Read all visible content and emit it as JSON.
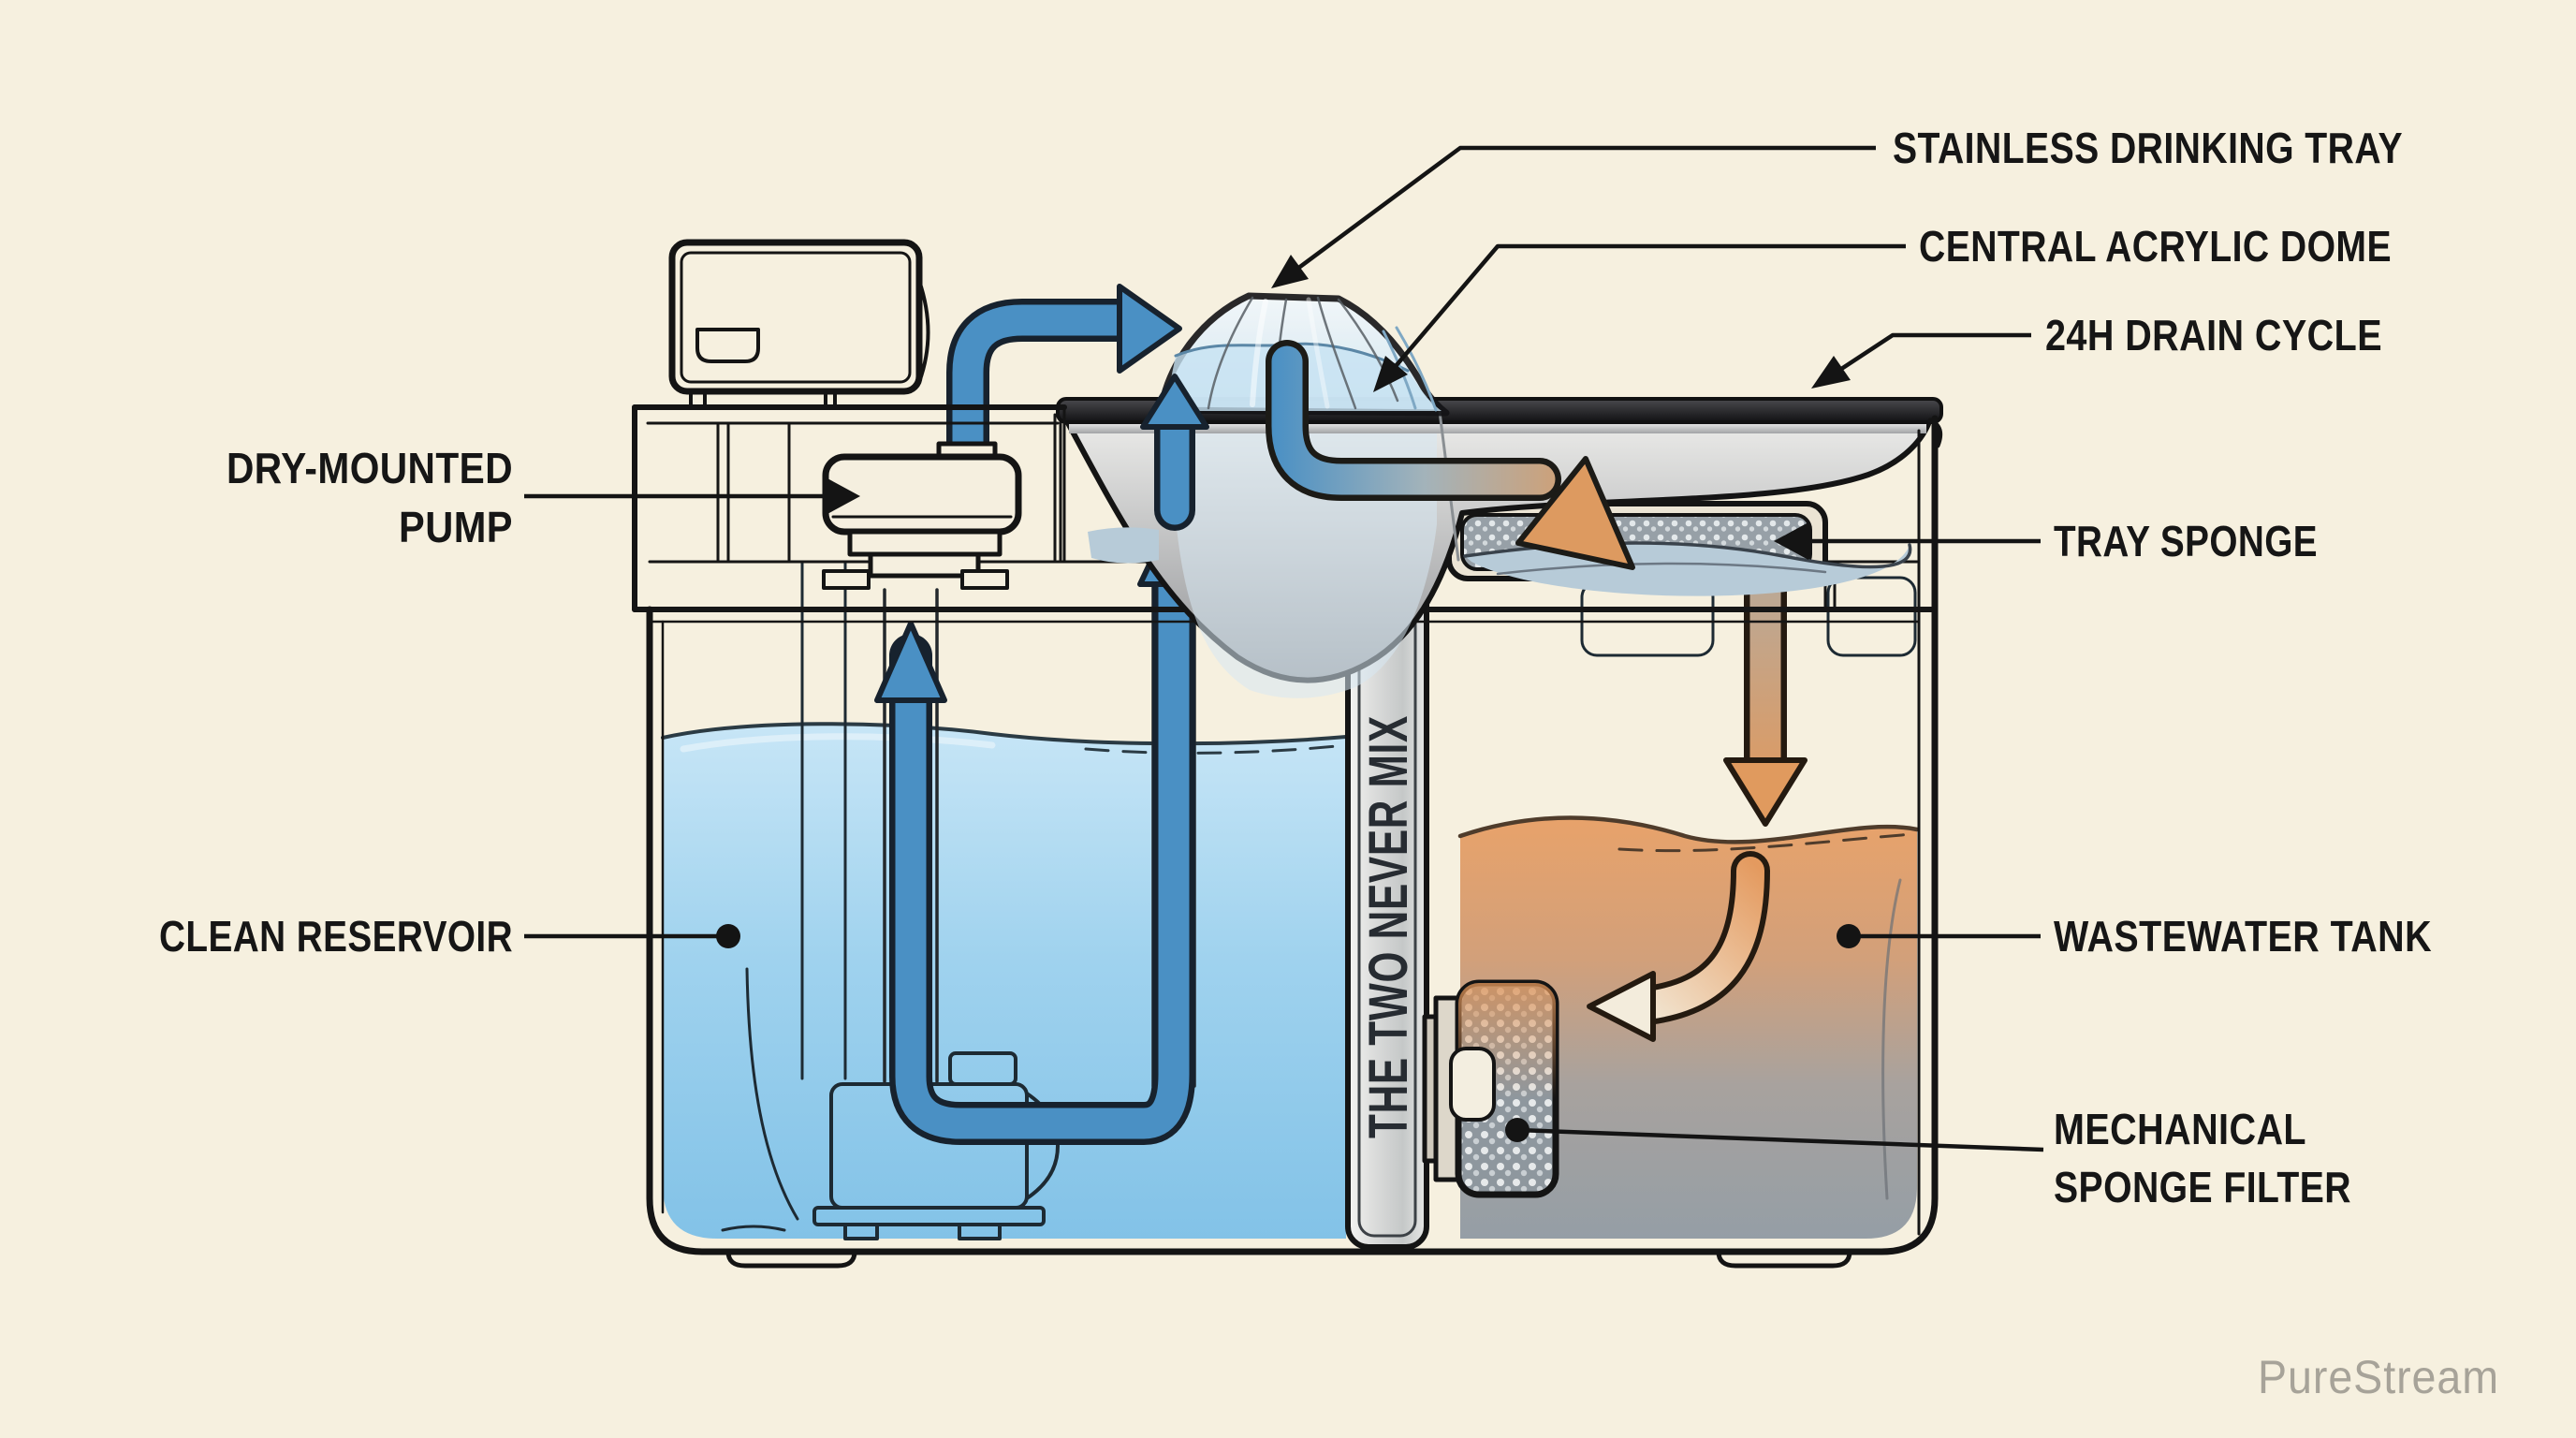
{
  "diagram": {
    "type": "product-cutaway",
    "subject": "pet water fountain cross-section",
    "labels": {
      "stainless_tray": "STAINLESS DRINKING TRAY",
      "acrylic_dome": "CENTRAL ACRYLIC DOME",
      "drain_cycle": "24H DRAIN CYCLE",
      "tray_sponge": "TRAY SPONGE",
      "wastewater_tank": "WASTEWATER TANK",
      "mechanical_filter_line1": "MECHANICAL",
      "mechanical_filter_line2": "SPONGE FILTER",
      "dry_mounted_pump_line1": "DRY-MOUNTED",
      "dry_mounted_pump_line2": "PUMP",
      "clean_reservoir": "CLEAN RESERVOIR",
      "divider_banner": "THE TWO NEVER MIX"
    },
    "brand": {
      "logo_text": "PureStream"
    },
    "colors": {
      "background": "#f6f0df",
      "line_ink": "#161616",
      "clean_water": "#9fd2ee",
      "flow_arrow_blue": "#4a90c4",
      "waste_orange": "#e7a26b",
      "waste_gray": "#949ea6",
      "metal_tray": "#b9babb",
      "sponge_gray": "#97a0a7",
      "brand_gray": "#a7a399"
    }
  }
}
